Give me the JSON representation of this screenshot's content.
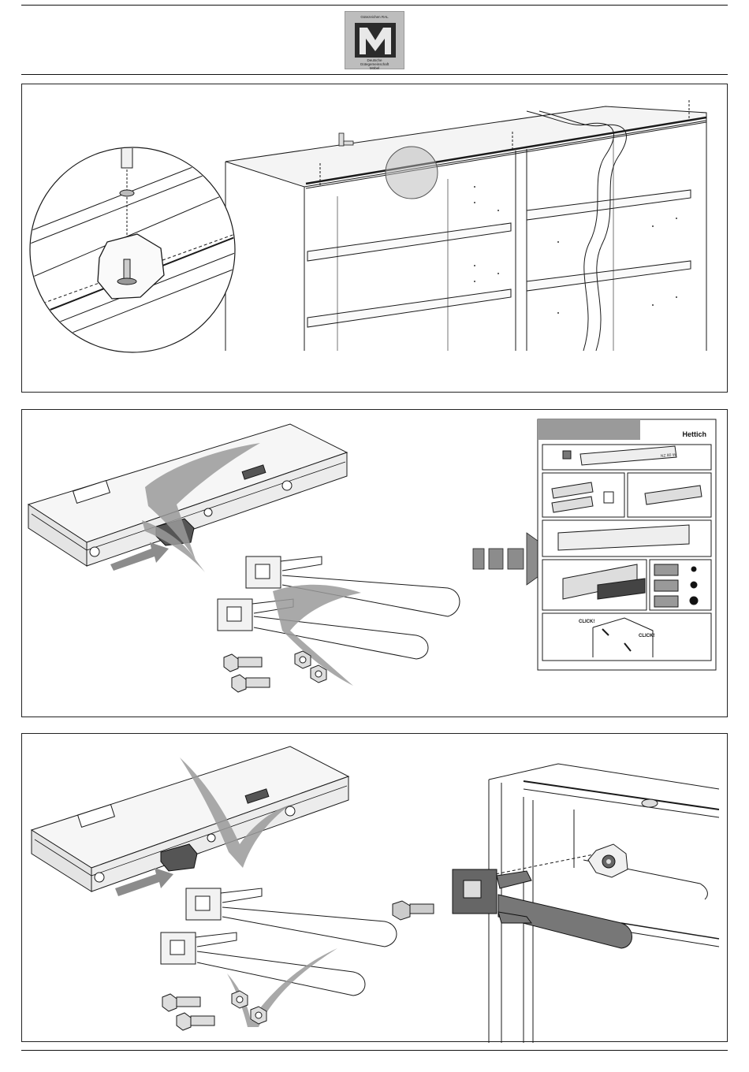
{
  "logo": {
    "top_text": "Gütezeichen RAL",
    "letter": "M",
    "bottom_text": [
      "Deutsche",
      "Gütegemeinschaft",
      "Möbel"
    ]
  },
  "instruction_sheet": {
    "brand": "Hettich",
    "click_label_1": "CLICK!",
    "click_label_2": "CLICK!",
    "label_strip": "NZ 80 W"
  },
  "colors": {
    "line": "#1a1a1a",
    "cross_mark": "#9a9a9a",
    "arrow_gray": "#8c8c8c",
    "dark_part": "#555555"
  },
  "icons": [
    "cross-icon",
    "arrow-right-icon",
    "check-icon"
  ]
}
